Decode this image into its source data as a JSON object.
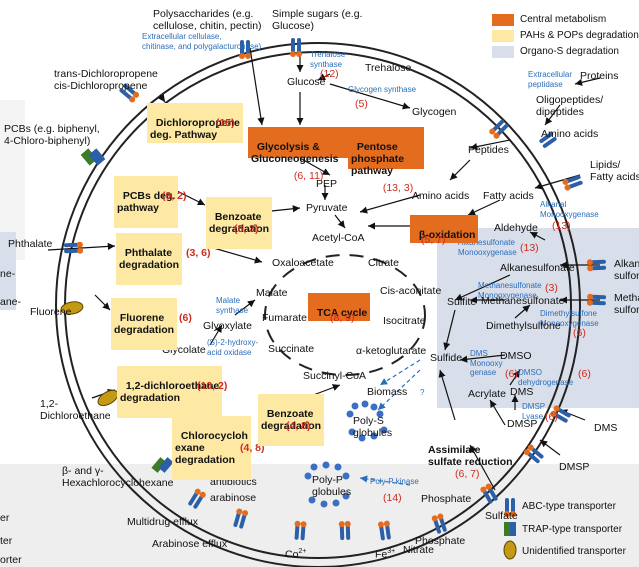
{
  "legend": {
    "items": [
      {
        "label": "Central metabolism",
        "color": "#e36c1f"
      },
      {
        "label": "PAHs & POPs degradation",
        "color": "#fde9a4"
      },
      {
        "label": "Organo-S degradation",
        "color": "#d9dfea"
      }
    ],
    "transporters": [
      "ABC-type transporter",
      "TRAP-type transporter",
      "Unidentified transporter"
    ]
  },
  "outside": {
    "polysaccharides": "Polysaccharides (e.g.\ncellulose, chitin, pectin)",
    "simple_sugars": "Simple sugars (e.g.\nGlucose)",
    "dichloropropene": "trans-Dichloropropene\ncis-Dichloropropene",
    "pcbs": "PCBs (e.g. biphenyl,\n4-Chloro-biphenyl)",
    "phthalate": "Phthalate",
    "fluorene": "Fluorene",
    "dichloroethane": "1,2-\nDichloroethane",
    "hexachlorocyclohexane": "β- and γ-\nHexachlorocyclohexane",
    "proteins": "Proteins",
    "oligopeptides": "Oligopeptides/\ndipeptides",
    "amino_acids": "Amino acids",
    "lipids": "Lipids/\nFatty acids",
    "dms": "DMS",
    "dmsp": "DMSP",
    "sulfate": "Sulfate",
    "phosphate": "Phosphate",
    "nitrate": "Nitrate",
    "fe": "Fe",
    "fe_sup": "3+",
    "co": "Co",
    "co_sup": "2+",
    "arabinose_efflux": "Arabinose efflux",
    "multidrug_efflux": "Multidrug efflux",
    "antibiotics": "antibiotics",
    "arabinose": "arabinose",
    "cut_left_1": "ne-",
    "cut_left_2": "ane-",
    "cut_right_1": "Alkan\nsulfon",
    "cut_right_2": "Metha\nsulfon",
    "cut_bottom_1": "er",
    "cut_bottom_2": "ter",
    "cut_bottom_3": "orter"
  },
  "enzymes": {
    "extracellular_cellulase": "Extracellular cellulase,\nchitinase, and polygalacturonase)",
    "extracellular_peptidase": "Extracellular\npeptidase",
    "trehalose_synthase": "Trehalose\nsynthase",
    "glycogen_synthase": "Glycogen synthase",
    "malate_synthase": "Malate\nsynthase",
    "s2_hydroxy": "(S)-2-hydroxy-\nacid oxidase",
    "alkanal_mono": "Alkanal\nMonooxygenase",
    "alkanesulfonate_mono": "Alkanesulfonate\nMonooxygenase",
    "methanesulfonate_mono": "Methanesulfonate\nMonooxygenase",
    "dimethylsulfone_mono": "Dimethylsulfone\nMonooxygenase",
    "dms_monooxygenase": "DMS\nMonooxy\ngenase",
    "dmso_dehydrogenase": "DMSO\ndehydrogenase",
    "dmsp_lyase": "DMSP\nLyase",
    "polyp_kinase": "Poly-P kinase"
  },
  "inside": {
    "trehalose": "Trehalose",
    "glucose": "Glucose",
    "glycogen": "Glycogen",
    "peptides": "Peptides",
    "amino_acids": "Amino acids",
    "fatty_acids": "Fatty acids",
    "aldehyde": "Aldehyde",
    "pep": "PEP",
    "pyruvate": "Pyruvate",
    "acetyl_coa": "Acetyl-CoA",
    "oxaloacetate": "Oxaloacetate",
    "citrate": "Citrate",
    "malate": "Malate",
    "cis_aconitate": "Cis-aconitate",
    "fumarate": "Fumarate",
    "isocitrate": "Isocitrate",
    "succinate": "Succinate",
    "ketoglutarate": "α-ketoglutarate",
    "succinyl_coa": "Succinyl-CoA",
    "glyoxylate": "Glyoxylate",
    "glycolate": "Glycolate",
    "alkanesulfonate": "Alkanesulfonate",
    "methanesulfonate": "Methanesulfonate",
    "sulfite": "Sulfite",
    "dimethylsulfone": "Dimethylsulfone",
    "sulfide": "Sulfide",
    "dmso": "DMSO",
    "dms": "DMS",
    "acrylate": "Acrylate",
    "dmsp": "DMSP",
    "biomass": "Biomass",
    "poly_s": "Poly-S\nglobules",
    "poly_p": "Poly-P\nglobules",
    "phosphate": "Phosphate",
    "assimilate": "Assimilate\nsulfate reduction",
    "q_mark": "?"
  },
  "nums": {
    "n12": "(12)",
    "n5": "(5)",
    "n13a": "(13)",
    "n13b": "(13)",
    "n3": "(3)",
    "n6a": "(6)",
    "n6b": "(6)",
    "n6c": "(6)",
    "n6d": "(6)",
    "n14": "(14)",
    "n6_7": "(6, 7)",
    "n4_8": "(4, 8)",
    "n4_8b": "(4, 8)",
    "n8_9": "(8, 9)",
    "n8_3": "(8, 3)",
    "n5_7": "(5, 7)",
    "n6_11": "(6, 11)",
    "n13_3": "(13, 3)",
    "n10_2": "(10, 2)"
  },
  "boxes": {
    "dichloropropene": {
      "title": "Dichloropropene\ndeg. Pathway",
      "num": "(15)"
    },
    "pcbs": {
      "title": "PCBs deg.\npathway",
      "nums": "(9, 2)"
    },
    "phthalate": {
      "title": "Phthalate\ndegradation",
      "nums": "(3, 6)"
    },
    "fluorene": {
      "title": "Fluorene\ndegradation",
      "num": "(6)"
    },
    "dichloroethane": {
      "title": "1,2-dichloroethane\ndegradation",
      "nums": "(10, 2)"
    },
    "chlorocyclohexane": {
      "title": "Chlorocycloh\nexane\ndegradation",
      "nums": "(4, 8)"
    },
    "benzoate1": {
      "title": "Benzoate\ndegradation",
      "nums": "(8, 3)"
    },
    "benzoate2": {
      "title": "Benzoate\ndegradation",
      "nums": "(4, 8)"
    },
    "glycolysis": {
      "title": "Glycolysis &\nGluconeogenesis",
      "nums": "(6, 11)"
    },
    "pentose": {
      "title": "Pentose\nphosphate\npathway",
      "nums": "(13, 3)"
    },
    "beta_oxidation": {
      "title": "β-oxidation",
      "nums": "(5, 7)"
    },
    "tca": {
      "title": "TCA cycle",
      "nums": "(8, 9)"
    }
  }
}
